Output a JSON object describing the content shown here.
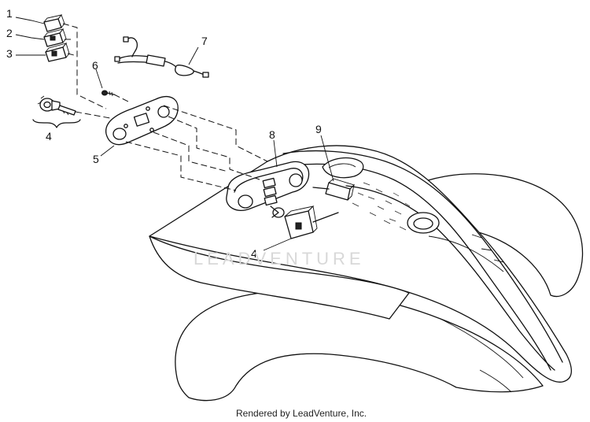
{
  "callouts": {
    "c1": "1",
    "c2": "2",
    "c3": "3",
    "c4a": "4",
    "c4b": "4",
    "c5": "5",
    "c6": "6",
    "c7": "7",
    "c8": "8",
    "c9": "9"
  },
  "watermark": "LEADVENTURE",
  "footer": "Rendered by LeadVenture, Inc."
}
